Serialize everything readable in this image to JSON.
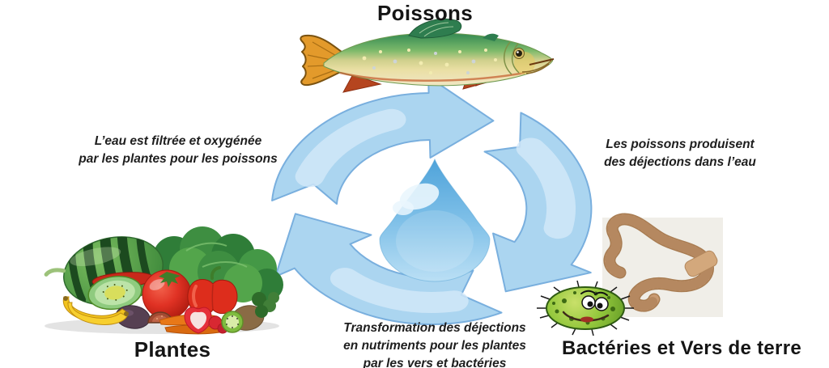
{
  "nodes": {
    "poissons": "Poissons",
    "plantes": "Plantes",
    "bacteries_vers": "Bactéries et Vers de terre"
  },
  "annotations": {
    "filtration": {
      "line1": "L’eau est filtrée et oxygénée",
      "line2": "par les plantes pour les poissons"
    },
    "dejections": {
      "line1": "Les poissons produisent",
      "line2": "des déjections dans l’eau"
    },
    "transformation": {
      "line1": "Transformation des déjections",
      "line2": "en nutriments pour les plantes",
      "line3": "par les vers et bactéries"
    }
  },
  "illustrations": {
    "fish": "trout-illustration",
    "water_drop": "water-drop-icon",
    "cycle": "recycling-cycle-arrows",
    "vegetables": "fruits-and-vegetables-illustration",
    "earthworm": "earthworm-illustration",
    "bacteria": "bacteria-illustration"
  },
  "colors": {
    "background": "#FFFFFF",
    "arrow_fill": "#ABD5F0",
    "arrow_stroke": "#79AFDE",
    "arrow_highlight": "#D3E9F9",
    "drop_top": "#4FA3DA",
    "drop_bottom": "#BCE0F5",
    "text": "#1B1B1B"
  }
}
